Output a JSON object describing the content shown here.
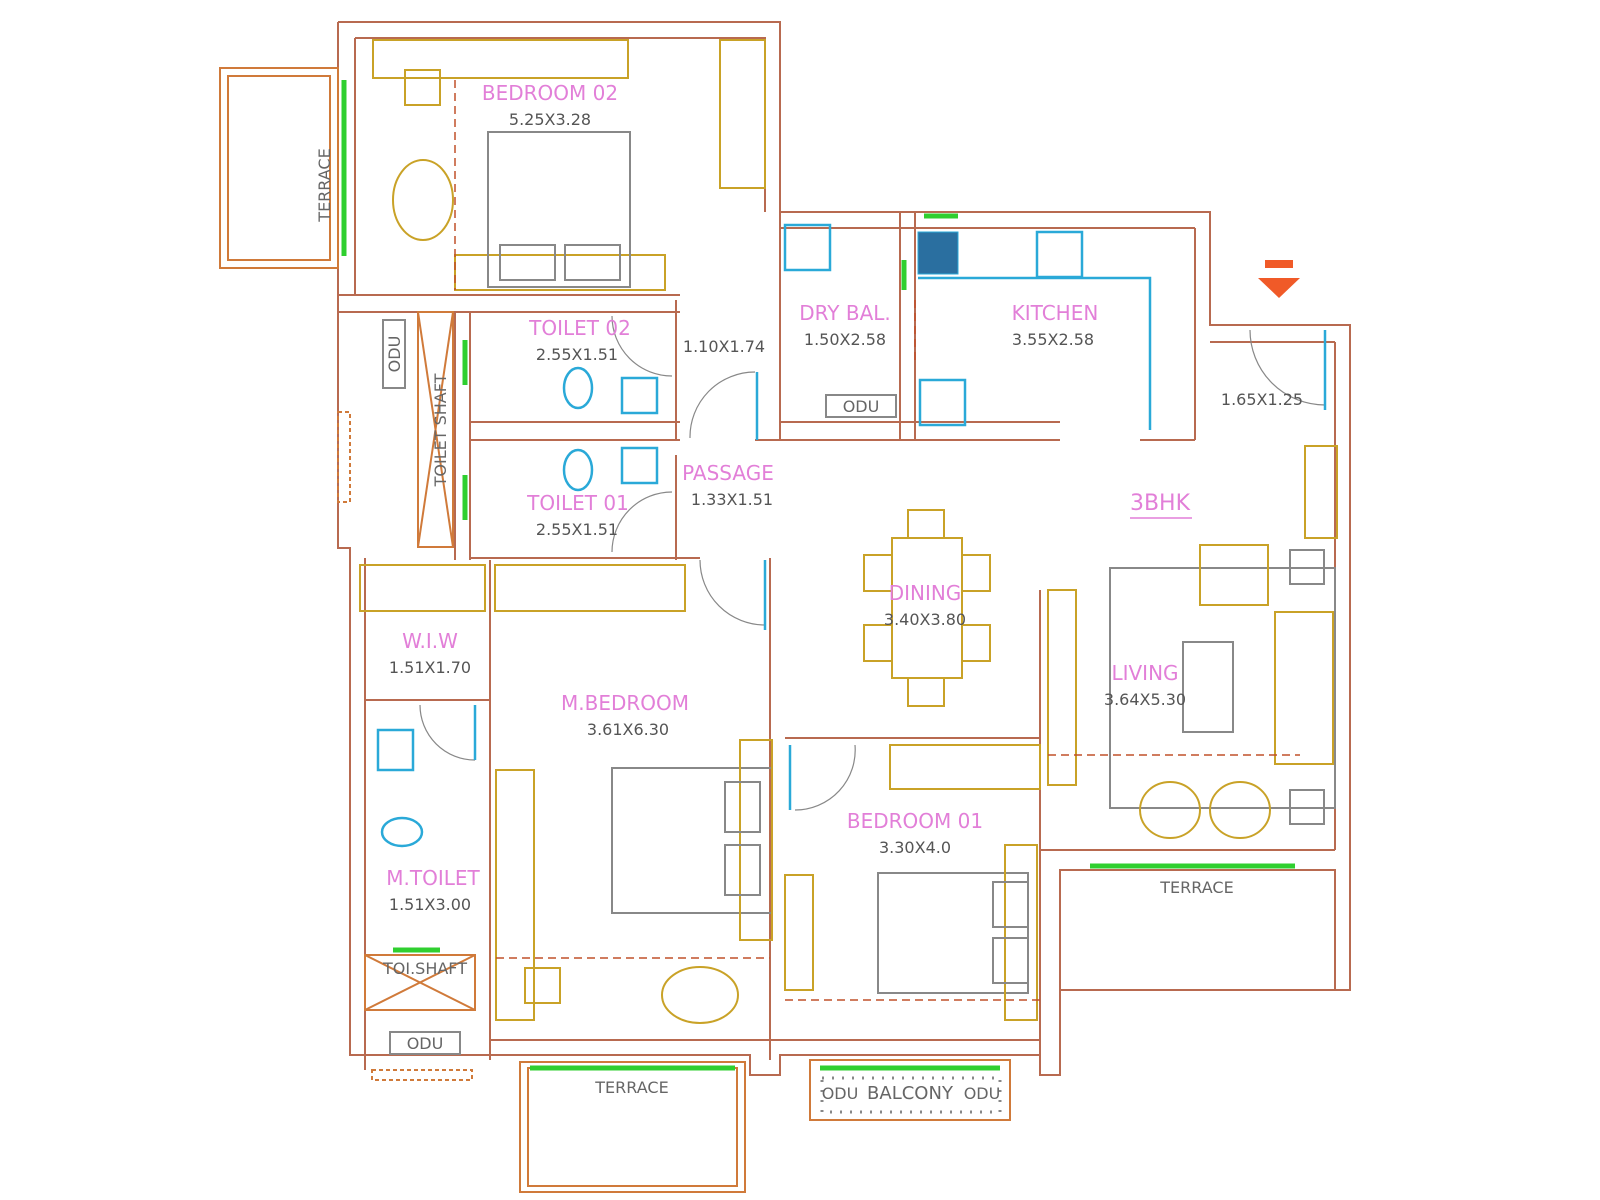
{
  "title": "3BHK",
  "rooms": {
    "bedroom02": {
      "label": "BEDROOM 02",
      "dims": "5.25X3.28"
    },
    "toilet02": {
      "label": "TOILET 02",
      "dims": "2.55X1.51"
    },
    "toilet01": {
      "label": "TOILET 01",
      "dims": "2.55X1.51"
    },
    "passage": {
      "label": "PASSAGE",
      "dims": "1.33X1.51"
    },
    "lobby_dims": "1.10X1.74",
    "dry_balcony": {
      "label": "DRY BAL.",
      "dims": "1.50X2.58"
    },
    "kitchen": {
      "label": "KITCHEN",
      "dims": "3.55X2.58"
    },
    "foyer_dims": "1.65X1.25",
    "dining": {
      "label": "DINING",
      "dims": "3.40X3.80"
    },
    "living": {
      "label": "LIVING",
      "dims": "3.64X5.30"
    },
    "wiw": {
      "label": "W.I.W",
      "dims": "1.51X1.70"
    },
    "mbedroom": {
      "label": "M.BEDROOM",
      "dims": "3.61X6.30"
    },
    "mtoilet": {
      "label": "M.TOILET",
      "dims": "1.51X3.00"
    },
    "bedroom01": {
      "label": "BEDROOM 01",
      "dims": "3.30X4.0"
    }
  },
  "annotations": {
    "terrace_left": "TERRACE",
    "terrace_right": "TERRACE",
    "terrace_bottom": "TERRACE",
    "balcony": "BALCONY",
    "toilet_shaft": "TOILET SHAFT",
    "toi_shaft": "TOI.SHAFT",
    "odu_1": "ODU",
    "odu_2": "ODU",
    "odu_3": "ODU",
    "odu_4": "ODU",
    "odu_5": "ODU"
  },
  "colors": {
    "wall": "#b86a50",
    "furniture": "#c9a227",
    "fixture": "#2aa9d8",
    "label": "#e27fd8",
    "window": "#2fcf2f",
    "entry_arrow": "#f05a28"
  }
}
